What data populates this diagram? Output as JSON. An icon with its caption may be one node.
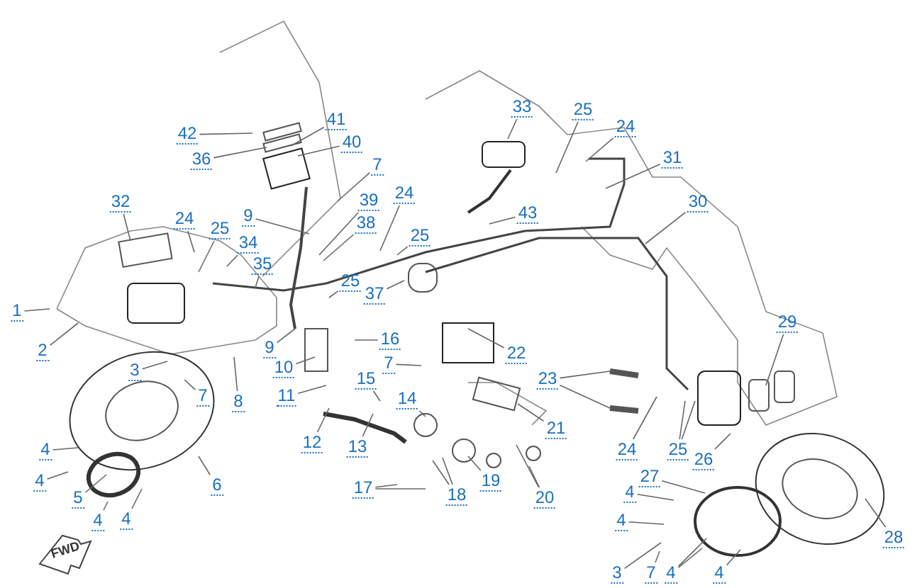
{
  "diagram": {
    "nodes": [
      {
        "text": [
          "33"
        ]
      },
      {
        "text": [
          "25"
        ]
      },
      {
        "text": [
          "41"
        ]
      },
      {
        "text": [
          "24"
        ]
      },
      {
        "text": [
          "42"
        ]
      },
      {
        "text": [
          "40"
        ]
      },
      {
        "text": [
          "31"
        ]
      },
      {
        "text": [
          "36"
        ]
      },
      {
        "text": [
          "7"
        ]
      },
      {
        "text": [
          "24"
        ]
      },
      {
        "text": [
          "39"
        ]
      },
      {
        "text": [
          "32"
        ]
      },
      {
        "text": [
          "30"
        ]
      },
      {
        "text": [
          "43"
        ]
      },
      {
        "text": [
          "24"
        ]
      },
      {
        "text": [
          "9"
        ]
      },
      {
        "text": [
          "38"
        ]
      },
      {
        "text": [
          "25"
        ]
      },
      {
        "text": [
          "25"
        ]
      },
      {
        "text": [
          "34"
        ]
      },
      {
        "text": [
          "35"
        ]
      },
      {
        "text": [
          "25"
        ]
      },
      {
        "text": [
          "37"
        ]
      },
      {
        "text": [
          "29"
        ]
      },
      {
        "text": [
          "1"
        ]
      },
      {
        "text": [
          "16"
        ]
      },
      {
        "text": [
          "9"
        ]
      },
      {
        "text": [
          "2"
        ]
      },
      {
        "text": [
          "22"
        ]
      },
      {
        "text": [
          "7"
        ]
      },
      {
        "text": [
          "10"
        ]
      },
      {
        "text": [
          "3"
        ]
      },
      {
        "text": [
          "15"
        ]
      },
      {
        "text": [
          "23"
        ]
      },
      {
        "text": [
          "11"
        ]
      },
      {
        "text": [
          "7"
        ]
      },
      {
        "text": [
          "8"
        ]
      },
      {
        "text": [
          "14"
        ]
      },
      {
        "text": [
          "21"
        ]
      },
      {
        "text": [
          "4"
        ]
      },
      {
        "text": [
          "12"
        ]
      },
      {
        "text": [
          "13"
        ]
      },
      {
        "text": [
          "24"
        ]
      },
      {
        "text": [
          "25"
        ]
      },
      {
        "text": [
          "26"
        ]
      },
      {
        "text": [
          "27"
        ]
      },
      {
        "text": [
          "4"
        ]
      },
      {
        "text": [
          "19"
        ]
      },
      {
        "text": [
          "6"
        ]
      },
      {
        "text": [
          "17"
        ]
      },
      {
        "text": [
          "4"
        ]
      },
      {
        "text": [
          "18"
        ]
      },
      {
        "text": [
          "5"
        ]
      },
      {
        "text": [
          "20"
        ]
      },
      {
        "text": [
          "4"
        ]
      },
      {
        "text": [
          "4"
        ]
      },
      {
        "text": [
          "4"
        ]
      },
      {
        "text": [
          "28"
        ]
      },
      {
        "text": [
          "3"
        ]
      },
      {
        "text": [
          "7"
        ]
      },
      {
        "text": [
          "4"
        ]
      },
      {
        "text": [
          "4"
        ]
      }
    ],
    "edges": [
      {
        "from": 0,
        "to": null,
        "arrow": "none"
      },
      {
        "from": 1,
        "to": null,
        "arrow": "none"
      },
      {
        "from": 2,
        "to": null,
        "arrow": "none"
      },
      {
        "from": 3,
        "to": null,
        "arrow": "none"
      },
      {
        "from": 4,
        "to": null,
        "arrow": "none"
      },
      {
        "from": 5,
        "to": null,
        "arrow": "none"
      },
      {
        "from": 6,
        "to": null,
        "arrow": "none"
      },
      {
        "from": 7,
        "to": null,
        "arrow": "none"
      },
      {
        "from": 8,
        "to": null,
        "arrow": "none"
      },
      {
        "from": 9,
        "to": null,
        "arrow": "none"
      },
      {
        "from": 10,
        "to": null,
        "arrow": "none"
      },
      {
        "from": 11,
        "to": null,
        "arrow": "none"
      },
      {
        "from": 12,
        "to": null,
        "arrow": "none"
      },
      {
        "from": 13,
        "to": null,
        "arrow": "none"
      },
      {
        "from": 14,
        "to": null,
        "arrow": "none"
      },
      {
        "from": 15,
        "to": null,
        "arrow": "none"
      },
      {
        "from": 16,
        "to": null,
        "arrow": "none"
      },
      {
        "from": 17,
        "to": null,
        "arrow": "none"
      },
      {
        "from": 18,
        "to": null,
        "arrow": "none"
      },
      {
        "from": 19,
        "to": null,
        "arrow": "none"
      },
      {
        "from": 20,
        "to": null,
        "arrow": "none"
      },
      {
        "from": 21,
        "to": null,
        "arrow": "none"
      },
      {
        "from": 22,
        "to": null,
        "arrow": "none"
      },
      {
        "from": 23,
        "to": null,
        "arrow": "none"
      },
      {
        "from": 24,
        "to": null,
        "arrow": "none"
      },
      {
        "from": 25,
        "to": null,
        "arrow": "none"
      },
      {
        "from": 26,
        "to": null,
        "arrow": "none"
      },
      {
        "from": 27,
        "to": null,
        "arrow": "none"
      },
      {
        "from": 28,
        "to": null,
        "arrow": "none"
      },
      {
        "from": 29,
        "to": null,
        "arrow": "none"
      },
      {
        "from": 30,
        "to": null,
        "arrow": "none"
      },
      {
        "from": 31,
        "to": null,
        "arrow": "none"
      },
      {
        "from": 32,
        "to": null,
        "arrow": "none"
      },
      {
        "from": 33,
        "to": null,
        "arrow": "none"
      },
      {
        "from": 34,
        "to": null,
        "arrow": "none"
      },
      {
        "from": 35,
        "to": null,
        "arrow": "none"
      },
      {
        "from": 36,
        "to": null,
        "arrow": "none"
      },
      {
        "from": 37,
        "to": null,
        "arrow": "none"
      },
      {
        "from": 38,
        "to": null,
        "arrow": "none"
      },
      {
        "from": 39,
        "to": null,
        "arrow": "none"
      },
      {
        "from": 40,
        "to": null,
        "arrow": "none"
      },
      {
        "from": 41,
        "to": null,
        "arrow": "none"
      },
      {
        "from": 42,
        "to": null,
        "arrow": "none"
      },
      {
        "from": 43,
        "to": null,
        "arrow": "none"
      },
      {
        "from": 44,
        "to": null,
        "arrow": "none"
      },
      {
        "from": 45,
        "to": null,
        "arrow": "none"
      },
      {
        "from": 46,
        "to": null,
        "arrow": "none"
      },
      {
        "from": 47,
        "to": null,
        "arrow": "none"
      },
      {
        "from": 48,
        "to": null,
        "arrow": "none"
      },
      {
        "from": 49,
        "to": null,
        "arrow": "none"
      },
      {
        "from": 50,
        "to": null,
        "arrow": "none"
      },
      {
        "from": 51,
        "to": null,
        "arrow": "none"
      },
      {
        "from": 52,
        "to": null,
        "arrow": "none"
      },
      {
        "from": 53,
        "to": null,
        "arrow": "none"
      },
      {
        "from": 54,
        "to": null,
        "arrow": "none"
      },
      {
        "from": 55,
        "to": null,
        "arrow": "none"
      },
      {
        "from": 56,
        "to": null,
        "arrow": "none"
      },
      {
        "from": 57,
        "to": null,
        "arrow": "none"
      },
      {
        "from": 58,
        "to": null,
        "arrow": "none"
      },
      {
        "from": 59,
        "to": null,
        "arrow": "none"
      },
      {
        "from": 60,
        "to": null,
        "arrow": "none"
      },
      {
        "from": 61,
        "to": null,
        "arrow": "none"
      },
      {
        "from": 33,
        "to": null,
        "arrow": "none"
      },
      {
        "from": 49,
        "to": null,
        "arrow": "none"
      },
      {
        "from": 51,
        "to": null,
        "arrow": "none"
      },
      {
        "from": 53,
        "to": null,
        "arrow": "none"
      },
      {
        "from": 43,
        "to": null,
        "arrow": "none"
      },
      {
        "from": 60,
        "to": null,
        "arrow": "none"
      }
    ],
    "labels": [
      "FWD"
    ]
  }
}
